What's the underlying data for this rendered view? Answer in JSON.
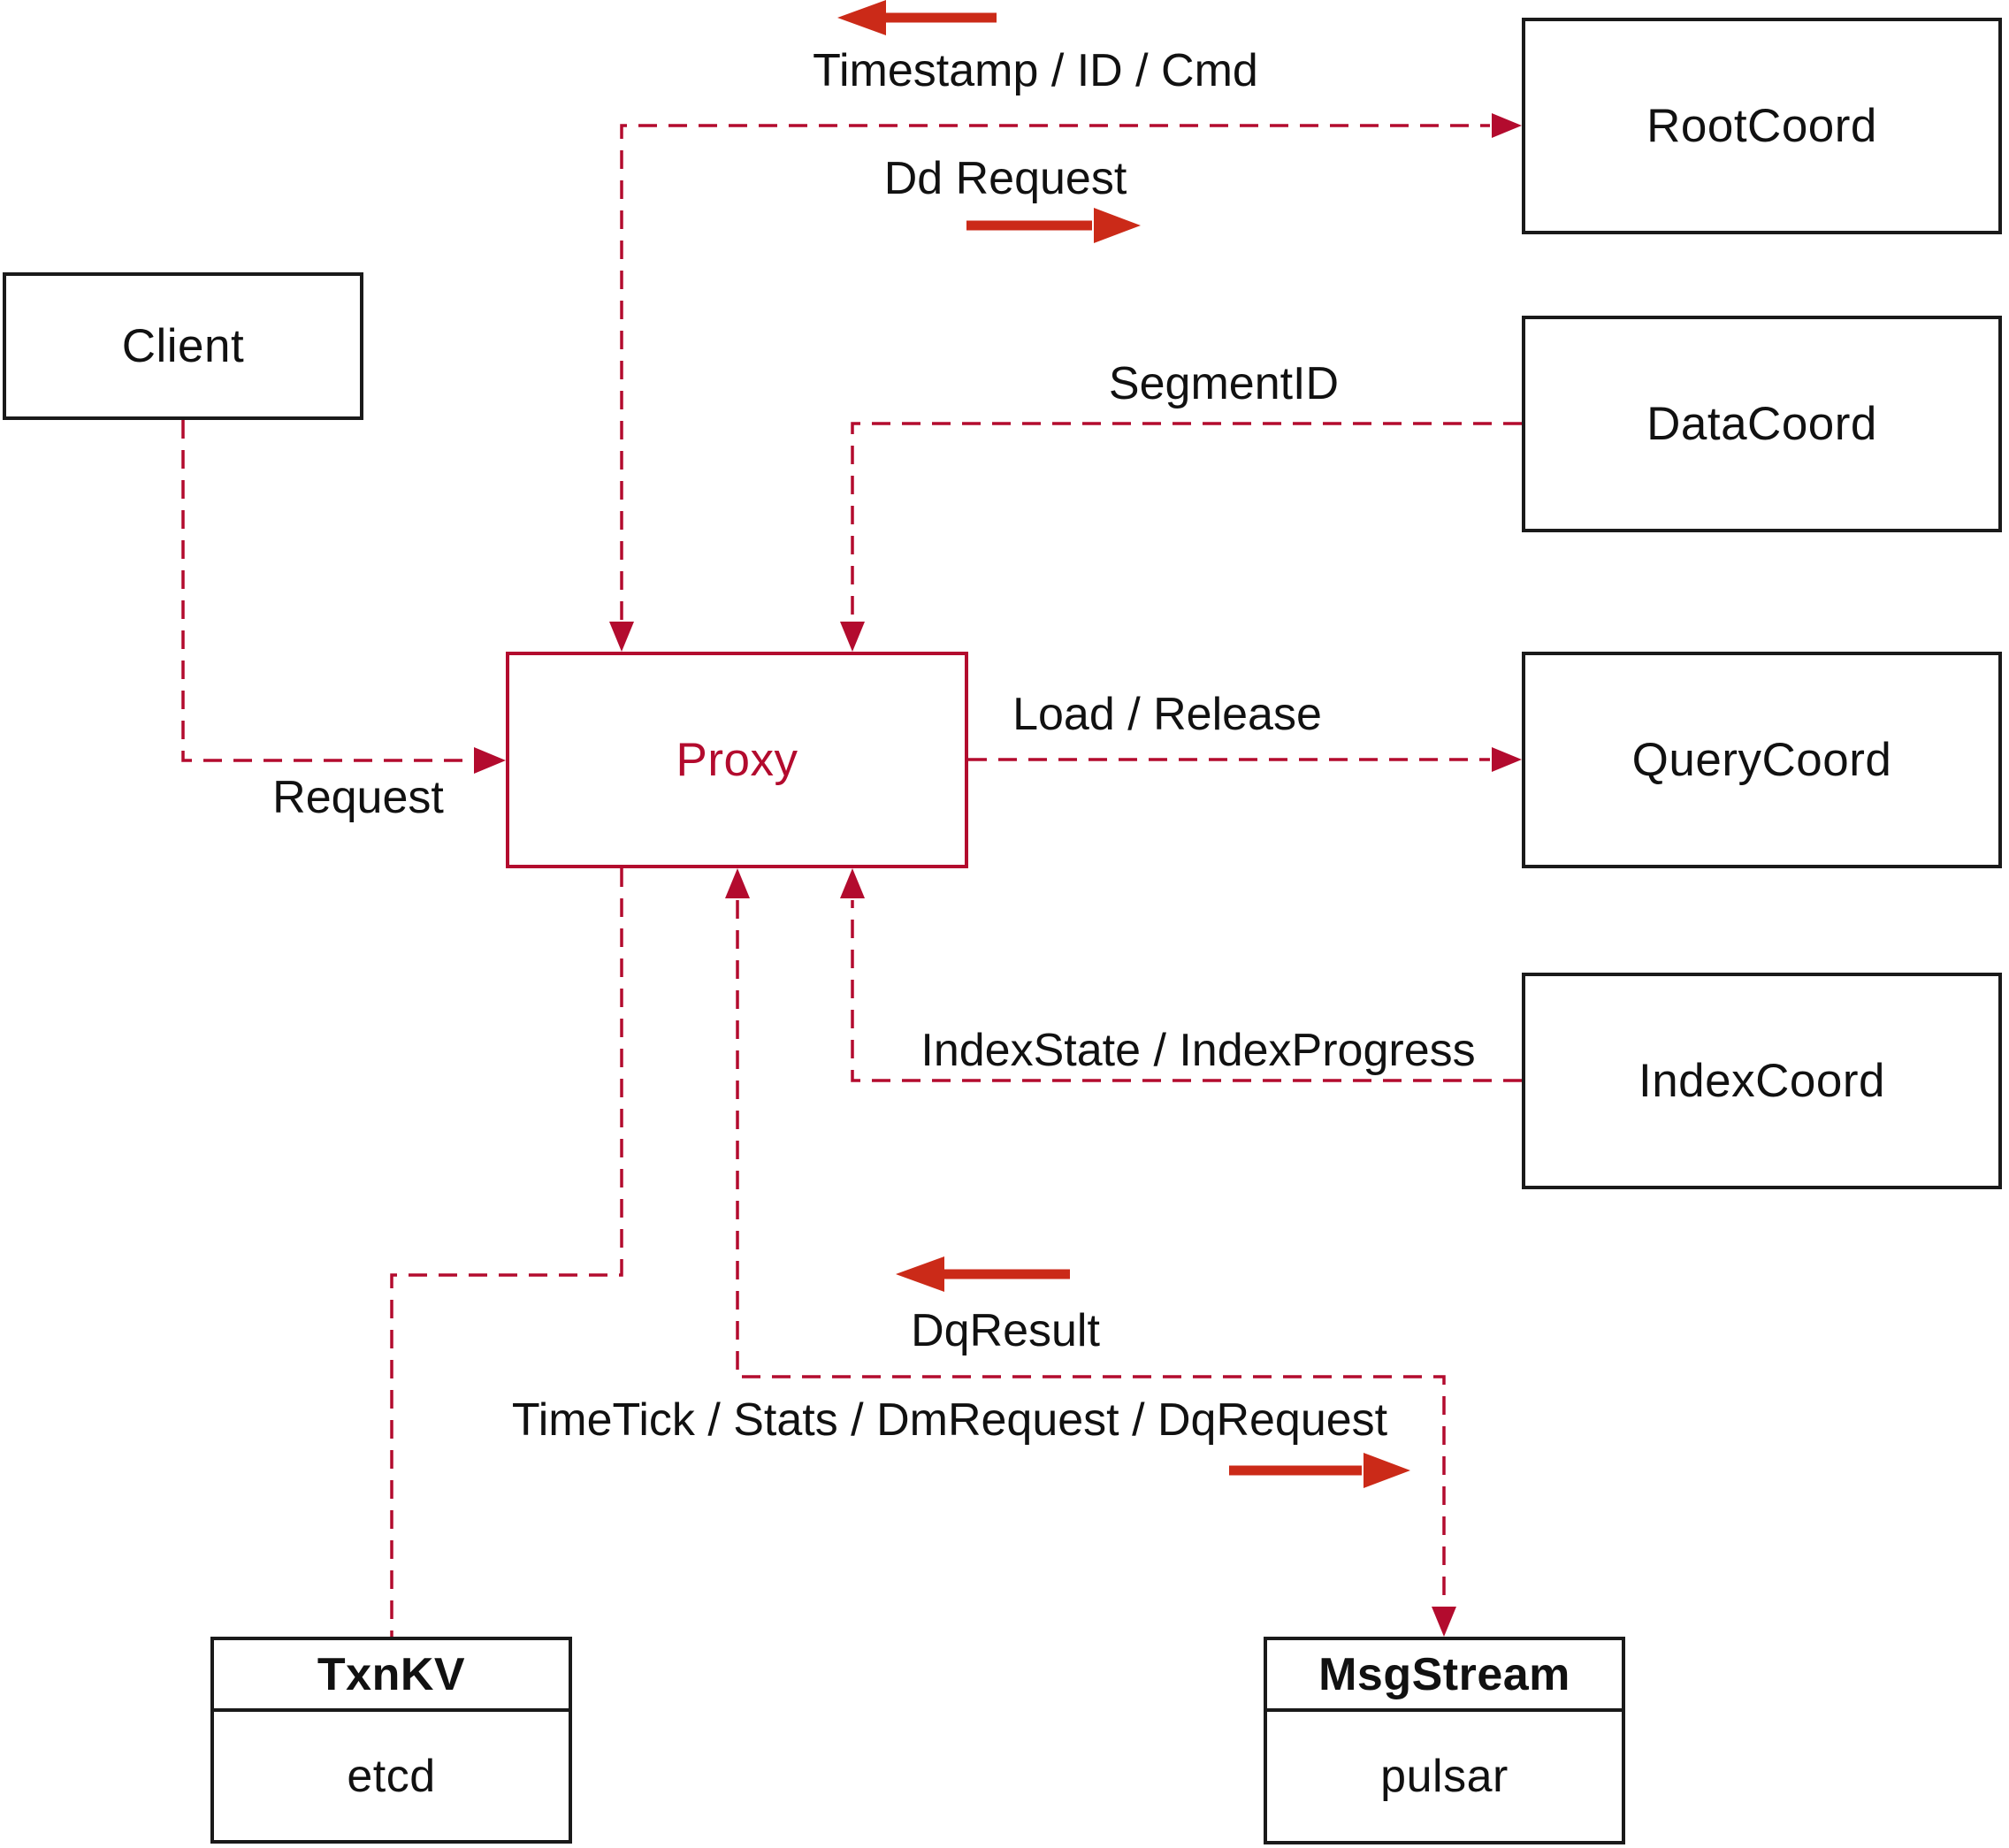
{
  "colors": {
    "path_red": "#b30b2e",
    "direction_arrow_red": "#cb2a18",
    "box_border_black": "#1a1a1a",
    "text_black": "#111111",
    "background": "#ffffff"
  },
  "nodes": {
    "client": {
      "label": "Client"
    },
    "proxy": {
      "label": "Proxy"
    },
    "root_coord": {
      "label": "RootCoord"
    },
    "data_coord": {
      "label": "DataCoord"
    },
    "query_coord": {
      "label": "QueryCoord"
    },
    "index_coord": {
      "label": "IndexCoord"
    },
    "txn_kv": {
      "label": "TxnKV",
      "sublabel": "etcd"
    },
    "msg_stream": {
      "label": "MsgStream",
      "sublabel": "pulsar"
    }
  },
  "edges": {
    "request": {
      "label": "Request"
    },
    "timestamp": {
      "label": "Timestamp / ID / Cmd"
    },
    "dd_request": {
      "label": "Dd Request"
    },
    "segment_id": {
      "label": "SegmentID"
    },
    "load_release": {
      "label": "Load / Release"
    },
    "index_state": {
      "label": "IndexState / IndexProgress"
    },
    "dq_result": {
      "label": "DqResult"
    },
    "time_tick": {
      "label": "TimeTick / Stats / DmRequest / DqRequest"
    }
  }
}
